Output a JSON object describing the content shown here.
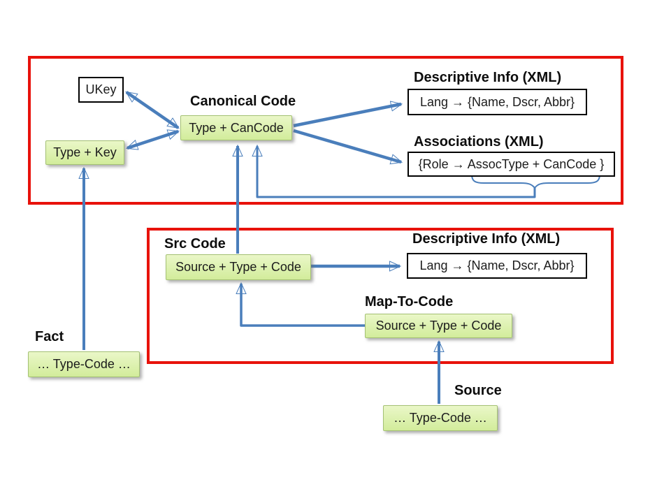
{
  "colors": {
    "frame_red": "#e8120b",
    "arrow_blue": "#4a7ebb",
    "box_green_light": "#eaf7c8",
    "box_green": "#d2ec9b",
    "box_green_border": "#a4c173"
  },
  "canonical_group": {
    "ukey_box": "UKey",
    "type_key_box": "Type + Key",
    "canonical_title": "Canonical Code",
    "canonical_box": "Type + CanCode",
    "descriptive_title": "Descriptive Info (XML)",
    "descriptive_box": "Lang → {Name, Dscr, Abbr}",
    "associations_title": "Associations (XML)",
    "associations_box": "{Role → AssocType + CanCode }"
  },
  "source_group": {
    "src_code_title": "Src Code",
    "src_code_box": "Source + Type + Code",
    "descriptive_title": "Descriptive Info (XML)",
    "descriptive_box": "Lang → {Name, Dscr, Abbr}",
    "map_to_code_title": "Map-To-Code",
    "map_to_code_box": "Source + Type + Code"
  },
  "fact": {
    "title": "Fact",
    "box": "…  Type-Code  …"
  },
  "source": {
    "title": "Source",
    "box": "…  Type-Code  …"
  }
}
